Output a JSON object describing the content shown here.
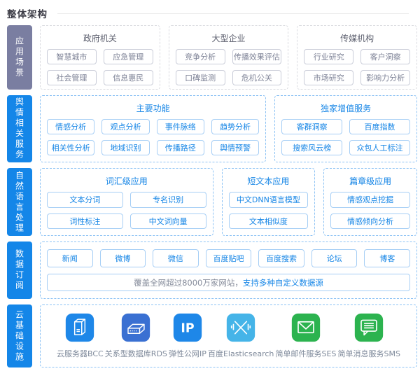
{
  "title": "整体架构",
  "colors": {
    "accent_blue": "#1585e6",
    "sidebar_blue": "#1486e8",
    "sidebar_purple": "#7a7ea1",
    "green": "#2cb34f"
  },
  "row1": {
    "sidebar": "应用场景",
    "groups": [
      {
        "title": "政府机关",
        "items": [
          "智慧城市",
          "应急管理",
          "社会管理",
          "信息惠民"
        ]
      },
      {
        "title": "大型企业",
        "items": [
          "竞争分析",
          "传播效果评估",
          "口碑监测",
          "危机公关"
        ]
      },
      {
        "title": "传媒机构",
        "items": [
          "行业研究",
          "客户洞察",
          "市场研究",
          "影响力分析"
        ]
      }
    ]
  },
  "row2": {
    "sidebar": "舆情相关服务",
    "groups": [
      {
        "title": "主要功能",
        "items": [
          "情感分析",
          "观点分析",
          "事件脉络",
          "趋势分析",
          "相关性分析",
          "地域识别",
          "传播路径",
          "舆情预警"
        ]
      },
      {
        "title": "独家增值服务",
        "items": [
          "客群洞察",
          "百度指数",
          "搜索风云榜",
          "众包人工标注"
        ]
      }
    ]
  },
  "row3": {
    "sidebar": "自然语言处理",
    "groups": [
      {
        "title": "词汇级应用",
        "items": [
          "文本分词",
          "专名识别",
          "词性标注",
          "中文词向量"
        ]
      },
      {
        "title": "短文本应用",
        "items": [
          "中文DNN语言模型",
          "文本相似度"
        ]
      },
      {
        "title": "篇章级应用",
        "items": [
          "情感观点挖掘",
          "情感倾向分析"
        ]
      }
    ]
  },
  "row4": {
    "sidebar": "数据订阅",
    "items": [
      "新闻",
      "微博",
      "微信",
      "百度贴吧",
      "百度搜索",
      "论坛",
      "博客"
    ],
    "banner_gray": "覆盖全网超过8000万家网站，",
    "banner_blue": "支持多种自定义数据源"
  },
  "row5": {
    "sidebar": "云基础设施",
    "services": [
      {
        "label": "云服务器BCC",
        "icon": "server-icon",
        "color": "#1e87e8"
      },
      {
        "label": "关系型数据库RDS",
        "icon": "database-icon",
        "color": "#3a70d2"
      },
      {
        "label": "弹性公网IP",
        "icon": "ip-icon",
        "color": "#1e87e8",
        "icon_text": "IP"
      },
      {
        "label": "百度Elasticsearch",
        "icon": "elasticsearch-icon",
        "color": "#45b4e8"
      },
      {
        "label": "简单邮件服务SES",
        "icon": "mail-icon",
        "color": "#2cb34f"
      },
      {
        "label": "简单消息服务SMS",
        "icon": "message-icon",
        "color": "#2cb34f"
      }
    ]
  }
}
